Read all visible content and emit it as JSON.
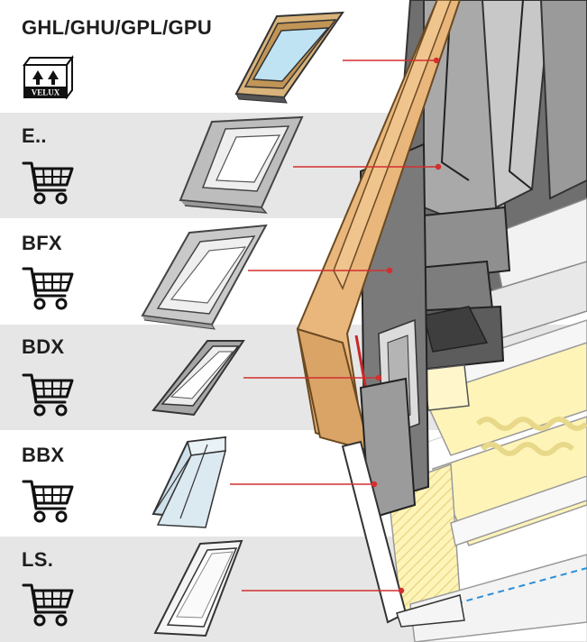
{
  "products": [
    {
      "label": "GHL/GHU/GPL/GPU",
      "icon": "velux-box-icon",
      "icon_text": "VELUX"
    },
    {
      "label": "E..",
      "icon": "shopping-cart-icon"
    },
    {
      "label": "BFX",
      "icon": "shopping-cart-icon"
    },
    {
      "label": "BDX",
      "icon": "shopping-cart-icon"
    },
    {
      "label": "BBX",
      "icon": "shopping-cart-icon"
    },
    {
      "label": "LS.",
      "icon": "shopping-cart-icon"
    }
  ],
  "colors": {
    "band_grey": "#e6e6e6",
    "leader_red": "#d32f2f",
    "wood": "#e9b77c",
    "flashing_grey": "#8a8a8a",
    "insulation_yellow": "#fff4b8",
    "glass_blue": "#bfe3f2"
  }
}
